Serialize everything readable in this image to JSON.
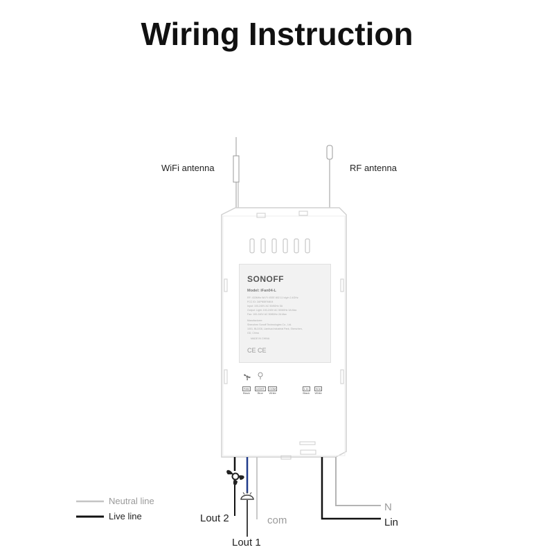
{
  "title": "Wiring Instruction",
  "antennas": {
    "wifi": "WiFi antenna",
    "rf": "RF antenna"
  },
  "device": {
    "brand": "SONOFF",
    "model": "Model: iFan04-L",
    "spec_lines": [
      "RF: 433MHz     Wi-Fi: IEEE 802.11 b/g/n 2.4GHz",
      "FCC ID: 2APN5IFAN04",
      "Input: 100-240V AC 50/60Hz 5A",
      "Output: Light: 100-240V AC 50/60Hz 3A Max",
      "           Fan: 100-240V AC 50/60Hz 2A Max",
      "Manufacturer:",
      "Shenzhen Sonoff Technologies Co., Ltd.",
      "1001, BLDG8, Lianhua Industrial Park, Shenzhen,",
      "GD, China",
      "MADE IN CHINA"
    ],
    "certs": [
      "CE",
      "CE"
    ],
    "terminals_left": [
      {
        "tag": "FAN",
        "color": "Black"
      },
      {
        "tag": "LIGHT",
        "color": "Blue"
      },
      {
        "tag": "COM",
        "color": "White"
      }
    ],
    "terminals_right": [
      {
        "tag": "L In",
        "color": "Black"
      },
      {
        "tag": "N In",
        "color": "White"
      }
    ]
  },
  "legend": {
    "neutral": "Neutral line",
    "live": "Live line"
  },
  "wire_labels": {
    "lout2": "Lout 2",
    "lout1": "Lout 1",
    "com": "com",
    "n": "N",
    "lin": "Lin"
  },
  "colors": {
    "live": "#111111",
    "neutral": "#b4b4b4",
    "blue_wire": "#1f3a8a"
  }
}
